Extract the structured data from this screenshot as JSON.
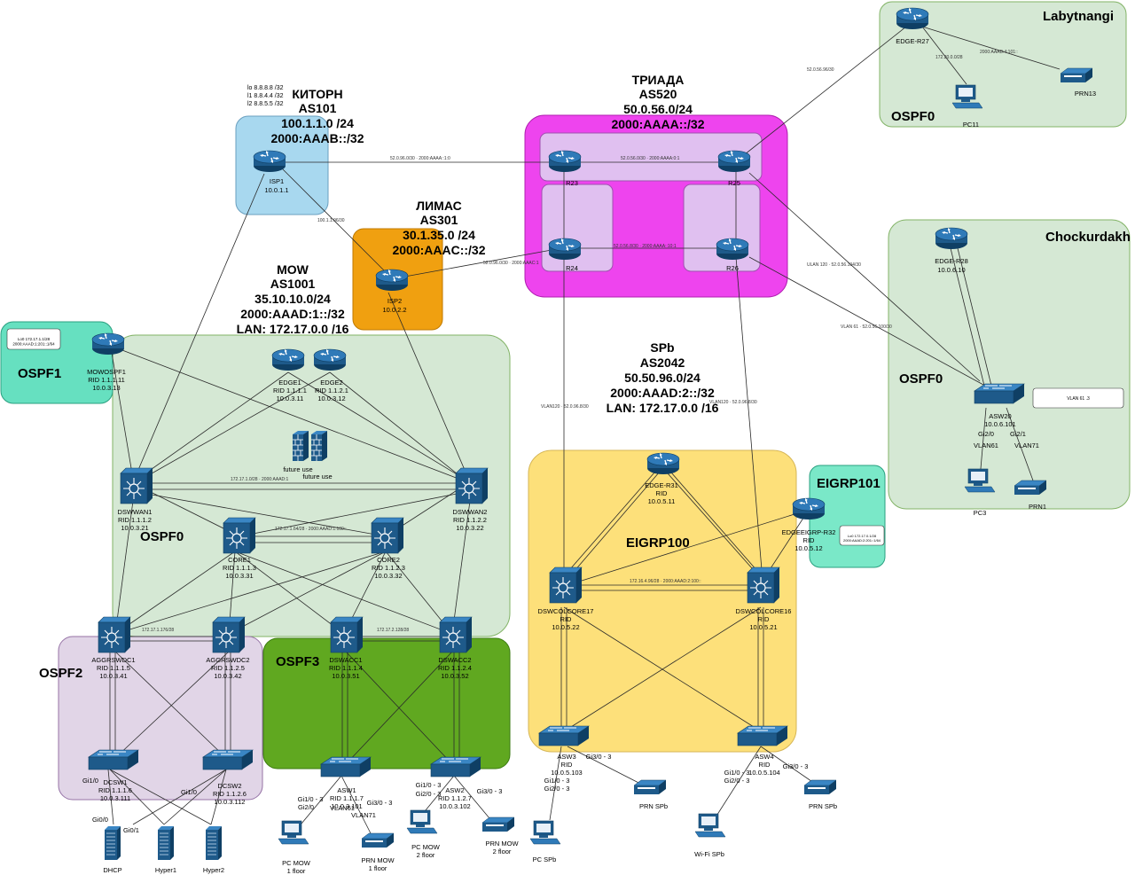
{
  "areas": {
    "kitorn": {
      "name": "КИТОРН",
      "as": "AS101",
      "v4": "100.1.1.0 /24",
      "v6": "2000:AAAB::/32",
      "loopbacks": [
        "lo 8.8.8.8 /32",
        "l1 8.8.4.4 /32",
        "l2 8.8.5.5 /32"
      ]
    },
    "limas": {
      "name": "ЛИМАС",
      "as": "AS301",
      "v4": "30.1.35.0 /24",
      "v6": "2000:AAAC::/32"
    },
    "triada": {
      "name": "ТРИАДА",
      "as": "AS520",
      "v4": "50.0.56.0/24",
      "v6": "2000:AAAA::/32"
    },
    "mow": {
      "name": "MOW",
      "as": "AS1001",
      "v4": "35.10.10.0/24",
      "v6": "2000:AAAD:1::/32",
      "lan": "LAN: 172.17.0.0 /16"
    },
    "spb": {
      "name": "SPb",
      "as": "AS2042",
      "v4": "50.50.96.0/24",
      "v6": "2000:AAAD:2::/32",
      "lan": "LAN: 172.17.0.0 /16"
    },
    "labytnangi": {
      "name": "Labytnangi",
      "ospf": "OSPF0"
    },
    "chockurdakh": {
      "name": "Chockurdakh",
      "ospf": "OSPF0"
    }
  },
  "zones": {
    "ospf0": "OSPF0",
    "ospf1": "OSPF1",
    "ospf2": "OSPF2",
    "ospf3": "OSPF3",
    "eigrp100": "EIGRP100",
    "eigrp101": "EIGRP101"
  },
  "colors": {
    "kitorn": "#a8d8ef",
    "limas": "#f0a010",
    "triada": "#ee44ee",
    "triada_inner": "#e0c0f0",
    "mow": "#d5e8d4",
    "ospf1": "#66e0c0",
    "ospf2": "#e1d5e7",
    "ospf3": "#60a820",
    "spb": "#fde07a",
    "eigrp101": "#7ae8c8",
    "outer": "#d5e8d4",
    "device": "#1e5a8a"
  },
  "devices": {
    "isp1": {
      "name": "ISP1",
      "rid": "10.0.1.1"
    },
    "isp2": {
      "name": "ISP2",
      "rid": "10.0.2.2"
    },
    "r23": {
      "name": "R23"
    },
    "r25": {
      "name": "R25"
    },
    "r24": {
      "name": "R24"
    },
    "r26": {
      "name": "R26"
    },
    "edge_r27": {
      "name": "EDGE-R27"
    },
    "pc11": {
      "name": "PC11"
    },
    "prn13": {
      "name": "PRN13"
    },
    "edge_r28": {
      "name": "EDGE-R28",
      "rid": "10.0.6.10"
    },
    "asw20": {
      "name": "ASW20",
      "rid": "10.0.6.101",
      "p1": "Gi2/0",
      "p1v": "VLAN61",
      "p2": "Gi2/1",
      "p2v": "VLAN71"
    },
    "pc3": {
      "name": "PC3"
    },
    "prn1": {
      "name": "PRN1"
    },
    "mowospf1": {
      "name": "MOWOSPF1",
      "rid": "RID 1.1.1.11",
      "ip": "10.0.3.13"
    },
    "edge1": {
      "name": "EDGE1",
      "rid": "RID 1.1.1.1",
      "ip": "10.0.3.11"
    },
    "edge2": {
      "name": "EDGE2",
      "rid": "RID 1.1.2.1",
      "ip": "10.0.3.12"
    },
    "fw1": {
      "name": "future use"
    },
    "fw2": {
      "name": "future use"
    },
    "dswwan1": {
      "name": "DSWWAN1",
      "rid": "RID 1.1.1.2",
      "ip": "10.0.3.21"
    },
    "dswwan2": {
      "name": "DSWWAN2",
      "rid": "RID 1.1.2.2",
      "ip": "10.0.3.22"
    },
    "core1": {
      "name": "CORE1",
      "rid": "RID 1.1.1.3",
      "ip": "10.0.3.31"
    },
    "core2": {
      "name": "CORE2",
      "rid": "RID 1.1.2.3",
      "ip": "10.0.3.32"
    },
    "aggr1": {
      "name": "AGGRSWDC1",
      "rid": "RID 1.1.1.5",
      "ip": "10.0.3.41"
    },
    "aggr2": {
      "name": "AGGRSWDC2",
      "rid": "RID 1.1.2.5",
      "ip": "10.0.3.42"
    },
    "dswacc1": {
      "name": "DSWACC1",
      "rid": "RID 1.1.1.4",
      "ip": "10.0.3.51"
    },
    "dswacc2": {
      "name": "DSWACC2",
      "rid": "RID 1.1.2.4",
      "ip": "10.0.3.52"
    },
    "dcsw1": {
      "name": "DCSW1",
      "rid": "RID 1.1.1.6",
      "ip": "10.0.3.111",
      "p1": "Gi1/0",
      "p2": "Gi0/0"
    },
    "dcsw2": {
      "name": "DCSW2",
      "rid": "RID 1.1.2.6",
      "ip": "10.0.3.112",
      "p1": "Gi1/0",
      "p2": "Gi0/1"
    },
    "dhcp": {
      "name": "DHCP"
    },
    "hyper1": {
      "name": "Hyper1"
    },
    "hyper2": {
      "name": "Hyper2"
    },
    "asw1": {
      "name": "ASW1",
      "rid": "RID 1.1.1.7",
      "ip": "10.0.3.101",
      "p1": "Gi1/0 - 3",
      "p2": "Gi2/0",
      "p2v": "VLAN61",
      "p3": "Gi3/0 - 3",
      "p3v": "VLAN71"
    },
    "asw2": {
      "name": "ASW2",
      "rid": "RID 1.1.2.7",
      "ip": "10.0.3.102",
      "p1": "Gi1/0 - 3",
      "p2": "Gi2/0 - 3",
      "p3": "Gi3/0 - 3"
    },
    "pcmow1": {
      "name": "PC MOW",
      "sub": "1 floor"
    },
    "prnmow1": {
      "name": "PRN MOW",
      "sub": "1 floor"
    },
    "pcmow2": {
      "name": "PC MOW",
      "sub": "2 floor"
    },
    "prnmow2": {
      "name": "PRN MOW",
      "sub": "2 floor"
    },
    "edge_r31": {
      "name": "EDGE-R31",
      "rid": "RID",
      "ip": "10.0.5.11"
    },
    "edge_r32": {
      "name": "EDGEEIGRP-R32",
      "rid": "RID",
      "ip": "10.0.5.12"
    },
    "dsw17": {
      "name": "DSWCOLCORE17",
      "rid": "RID",
      "ip": "10.0.5.22"
    },
    "dsw16": {
      "name": "DSWCOLCORE16",
      "rid": "RID",
      "ip": "10.0.5.21"
    },
    "asw3": {
      "name": "ASW3",
      "rid": "RID",
      "ip": "10.0.5.103",
      "p1": "Gi1/0 - 3",
      "p2": "Gi2/0 - 3",
      "p3": "Gi3/0 - 3"
    },
    "asw4": {
      "name": "ASW4",
      "rid": "RID",
      "ip": "10.0.5.104",
      "p1": "Gi1/0 - 3",
      "p2": "Gi2/0 - 3",
      "p3": "Gi3/0 - 3"
    },
    "pcspb": {
      "name": "PC SPb"
    },
    "prnspb1": {
      "name": "PRN SPb"
    },
    "prnspb2": {
      "name": "PRN SPb"
    },
    "wifispb": {
      "name": "Wi-Fi SPb"
    }
  },
  "notes": {
    "mowospf1_box": "Lo0 172.17.1.1/28\n2000:AAAD:1:201::1/64",
    "edge_r32_box": "Lo0 172.17.0.1/28\n2000:AAAD:2:201::1/64",
    "asw20_box": "VLAN 61 .3"
  }
}
